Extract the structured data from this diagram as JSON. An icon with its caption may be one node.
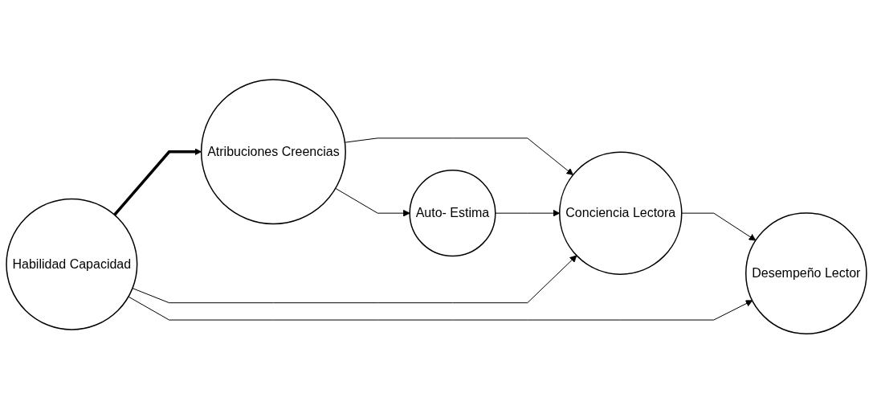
{
  "diagram": {
    "nodes": [
      {
        "text": [
          "Habilidad Capacidad"
        ]
      },
      {
        "text": [
          "Atribuciones Creencias"
        ]
      },
      {
        "text": [
          "Auto- Estima"
        ]
      },
      {
        "text": [
          "Conciencia Lectora"
        ]
      },
      {
        "text": [
          "Desempeño Lector"
        ]
      }
    ],
    "edges": [
      {
        "from": 0,
        "to": 1,
        "arrow": "to",
        "style": "thick"
      },
      {
        "from": 1,
        "to": 3,
        "arrow": "to"
      },
      {
        "from": 1,
        "to": 2,
        "arrow": "to"
      },
      {
        "from": 2,
        "to": 3,
        "arrow": "to"
      },
      {
        "from": 0,
        "to": 3,
        "arrow": "to"
      },
      {
        "from": 3,
        "to": 4,
        "arrow": "to"
      },
      {
        "from": 0,
        "to": 4,
        "arrow": "to"
      }
    ]
  }
}
